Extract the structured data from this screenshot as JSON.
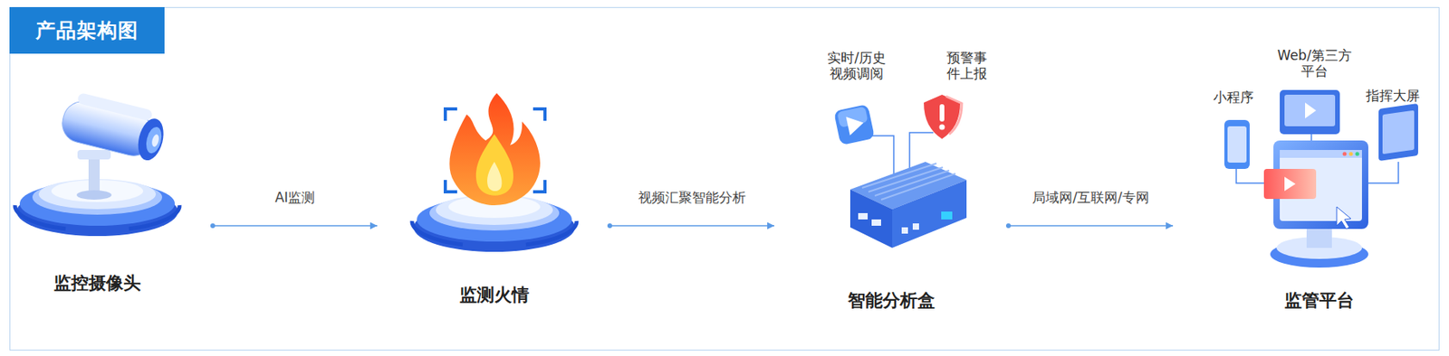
{
  "diagram": {
    "title": "产品架构图",
    "nodes": [
      {
        "text": [
          "监控摄像头"
        ]
      },
      {
        "text": [
          "监测火情"
        ]
      },
      {
        "text": [
          "智能分析盒"
        ]
      },
      {
        "text": [
          "监管平台"
        ]
      }
    ],
    "edges": [
      {
        "from": 0,
        "to": 1,
        "label": "AI监测",
        "arrow": "to"
      },
      {
        "from": 1,
        "to": 2,
        "label": "视频汇聚智能分析",
        "arrow": "to"
      },
      {
        "from": 2,
        "to": 3,
        "label": "局域网/互联网/专网",
        "arrow": "to"
      }
    ],
    "labels": [
      "实时/历史 视频调阅",
      "预警事 件上报",
      "小程序",
      "Web/第三方 平台",
      "指挥大屏"
    ]
  }
}
